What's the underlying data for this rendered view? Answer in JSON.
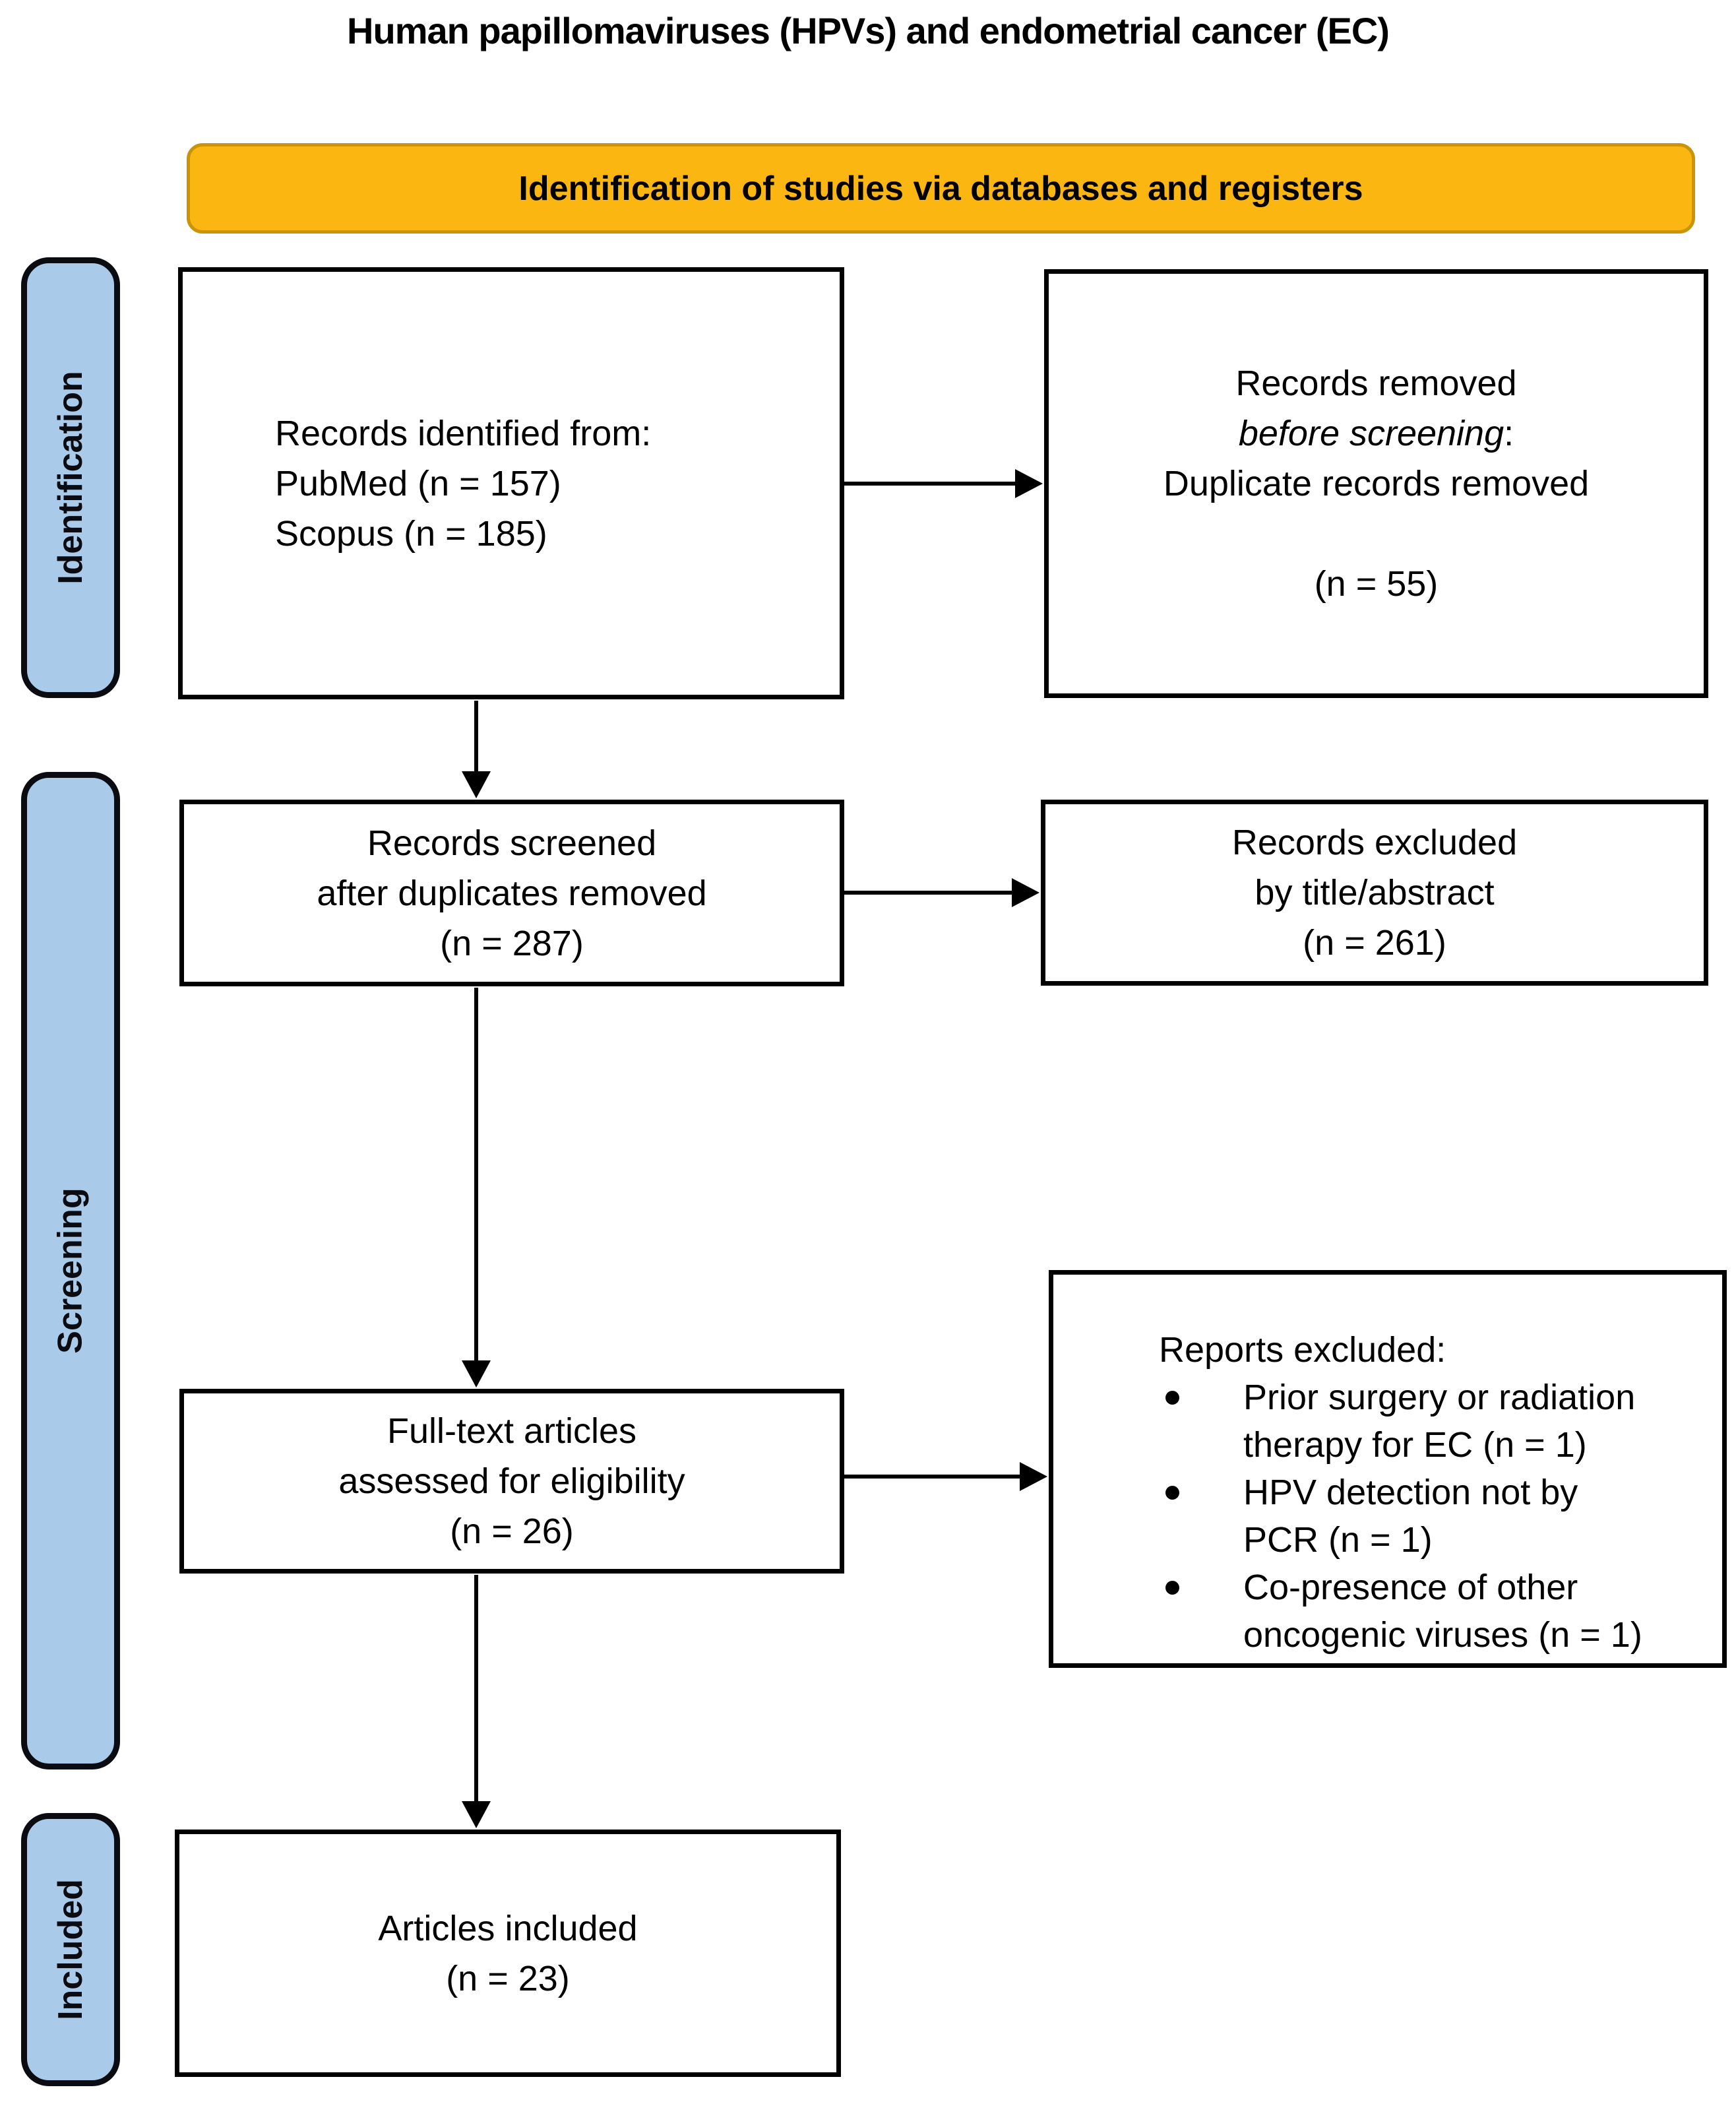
{
  "page_title": "Human papillomaviruses (HPVs) and endometrial cancer (EC)",
  "banner": {
    "label": "Identification of studies via databases and registers"
  },
  "stages": {
    "identification": "Identification",
    "screening": "Screening",
    "included": "Included"
  },
  "boxes": {
    "records_identified": {
      "line1": "Records identified from:",
      "line2": "PubMed (n = 157)",
      "line3": "Scopus (n = 185)"
    },
    "records_removed": {
      "line1": "Records removed",
      "line2_italic": "before screening",
      "line2_suffix": ":",
      "line3": "Duplicate records removed",
      "count": "(n = 55)"
    },
    "records_screened": {
      "line1": "Records screened",
      "line2": "after duplicates removed",
      "count": "(n = 287)"
    },
    "records_excluded": {
      "line1": "Records excluded",
      "line2": "by title/abstract",
      "count": "(n = 261)"
    },
    "fulltext_assessed": {
      "line1": "Full-text articles",
      "line2": "assessed for eligibility",
      "count": "(n = 26)"
    },
    "reports_excluded": {
      "heading": "Reports excluded:",
      "bullet1_line1": "Prior surgery or radiation",
      "bullet1_line2": "therapy for EC (n = 1)",
      "bullet2_line1": "HPV detection not by",
      "bullet2_line2": "PCR (n = 1)",
      "bullet3_line1": "Co-presence of other",
      "bullet3_line2": "oncogenic viruses (n = 1)"
    },
    "articles_included": {
      "line1": "Articles included",
      "count": "(n = 23)"
    }
  },
  "colors": {
    "banner_fill": "#FBB612",
    "banner_border": "#C7940A",
    "stage_fill": "#A9CBE9",
    "box_fill": "#FFFFFF",
    "line_color": "#000000"
  }
}
